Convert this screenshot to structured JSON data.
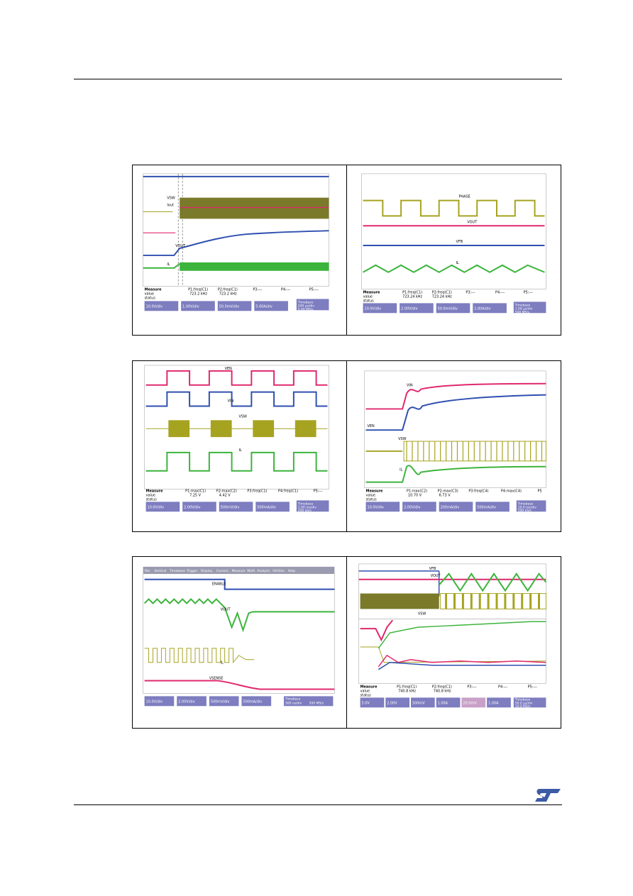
{
  "colors": {
    "yellow": "#a6a320",
    "pink": "#e0286e",
    "blue": "#2f4fb0",
    "green": "#3cb43c",
    "panel": "#7d7dc0",
    "rule": "#000000",
    "logo": "#3c5aa5"
  },
  "footer": {
    "logo_text": "ST"
  },
  "panels": [
    {
      "id": "r1-left",
      "measure_label": "Measure",
      "value_label": "value",
      "status_label": "status",
      "param_heads": [
        "P1:freq(C1)",
        "P2:freq(C1)",
        "P3:---",
        "P4:---",
        "P5:---"
      ],
      "param_values": [
        "723.2 kHz",
        "723.2 kHz",
        "",
        "",
        ""
      ],
      "trace_labels": [
        "VSW",
        "Iout",
        "VOUT",
        "IL"
      ],
      "channel_boxes": [
        "10.0V/div",
        "1.00V/div",
        "50.0mV/div",
        "5.00A/div"
      ],
      "timebase": [
        "Timebase",
        "200 µs/div",
        "5.00 MS/s"
      ]
    },
    {
      "id": "r1-right",
      "measure_label": "Measure",
      "value_label": "value",
      "status_label": "status",
      "param_heads": [
        "P1:freq(C1)",
        "P2:freq(C1)",
        "P3:---",
        "P4:---",
        "P5:---"
      ],
      "param_values": [
        "723.24 kHz",
        "723.24 kHz",
        "",
        "",
        ""
      ],
      "trace_labels": [
        "PHASE",
        "VOUT",
        "VFB",
        "IL"
      ],
      "channel_boxes": [
        "10.0V/div",
        "2.00V/div",
        "50.0mV/div",
        "1.00A/div"
      ],
      "timebase": [
        "Timebase",
        "1.00 µs/div",
        "500 MS/s"
      ]
    },
    {
      "id": "r2-left",
      "measure_label": "Measure",
      "value_label": "value",
      "status_label": "status",
      "param_heads": [
        "P1:max(C1)",
        "P2:max(C2)",
        "P3:freq(C1)",
        "P4:freq(C1)",
        "P5:---"
      ],
      "param_values": [
        "7.25 V",
        "4.42 V",
        "",
        "",
        ""
      ],
      "trace_labels": [
        "VEN",
        "VIN",
        "VSW",
        "IL"
      ],
      "channel_boxes": [
        "10.0V/div",
        "2.00V/div",
        "500mV/div",
        "500mA/div"
      ],
      "timebase": [
        "Timebase",
        "1.00 ms/div",
        "200 kS/s"
      ]
    },
    {
      "id": "r2-right",
      "measure_label": "Measure",
      "value_label": "value",
      "status_label": "status",
      "param_heads": [
        "P1:max(C2)",
        "P2:max(C3)",
        "P3:freq(C4)",
        "P4:max(C4)",
        "P5"
      ],
      "param_values": [
        "10.70 V",
        "6.73 V",
        "",
        "",
        ""
      ],
      "trace_labels": [
        "VIN",
        "VSW",
        "IL",
        "VEN"
      ],
      "channel_boxes": [
        "10.0V/div",
        "2.00V/div",
        "200mA/div",
        "500mA/div"
      ],
      "timebase": [
        "Timebase",
        "10.0 ms/div",
        "500 kS/s"
      ]
    },
    {
      "id": "r3-left",
      "menu": [
        "File",
        "Vertical",
        "Timebase",
        "Trigger",
        "Display",
        "Cursors",
        "Measure",
        "Math",
        "Analysis",
        "Utilities",
        "Help"
      ],
      "trace_labels": [
        "ENABLE",
        "VOUT",
        "IL",
        "VSENSE"
      ],
      "channel_boxes": [
        "10.0V/div",
        "2.00V/div",
        "500mV/div",
        "500mA/div"
      ],
      "timebase": [
        "Timebase",
        "500 ns/div",
        "500 MS/s"
      ]
    },
    {
      "id": "r3-right",
      "measure_label": "Measure",
      "value_label": "value",
      "status_label": "status",
      "param_heads": [
        "P1:freq(C1)",
        "P2:freq(C1)",
        "P3:---",
        "P4:---",
        "P5:---"
      ],
      "param_values": [
        "740.8 kHz",
        "740.8 kHz",
        "",
        "",
        ""
      ],
      "trace_labels": [
        "VFB",
        "VOUT",
        "VSW"
      ],
      "channel_boxes": [
        "5.0V",
        "2.00V",
        "500mV",
        "1.00A",
        "20.0mV",
        "1.00A"
      ],
      "timebase": [
        "Timebase",
        "50.0 µs/div",
        "10.0 MS/s"
      ]
    }
  ]
}
